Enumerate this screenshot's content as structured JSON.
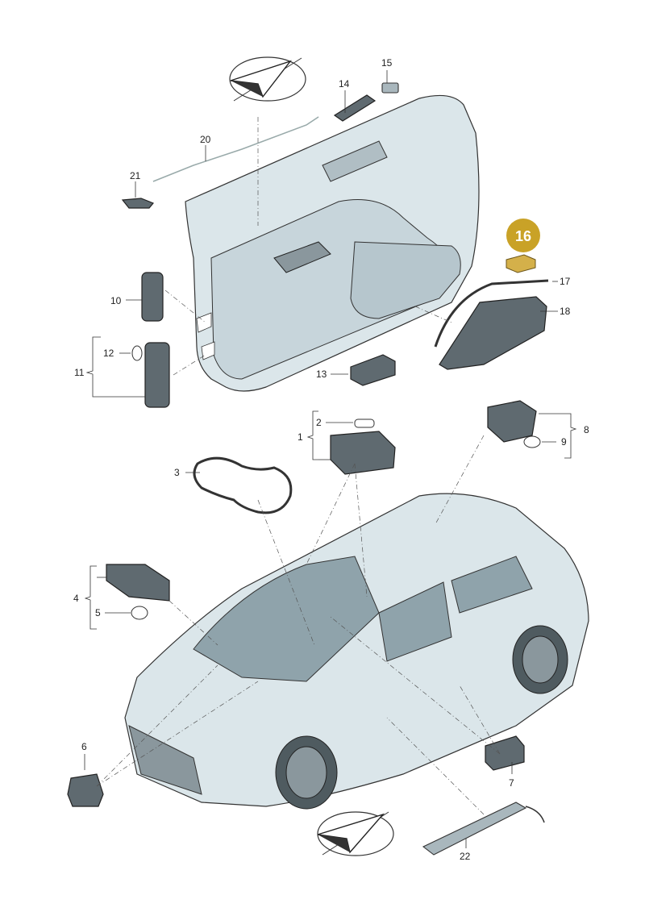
{
  "callouts": {
    "c1": "1",
    "c2": "2",
    "c3": "3",
    "c4": "4",
    "c5": "5",
    "c6": "6",
    "c7": "7",
    "c8": "8",
    "c9": "9",
    "c10": "10",
    "c11": "11",
    "c12": "12",
    "c13": "13",
    "c14": "14",
    "c15": "15",
    "c16": "16",
    "c17": "17",
    "c18": "18",
    "c20": "20",
    "c21": "21",
    "c22": "22"
  },
  "highlight": {
    "label": "16",
    "color": "#c9a227"
  },
  "colors": {
    "part_fill": "#dbe6ea",
    "outline": "#333333",
    "dark_part": "#5f6a70",
    "highlight": "#c9a227"
  }
}
